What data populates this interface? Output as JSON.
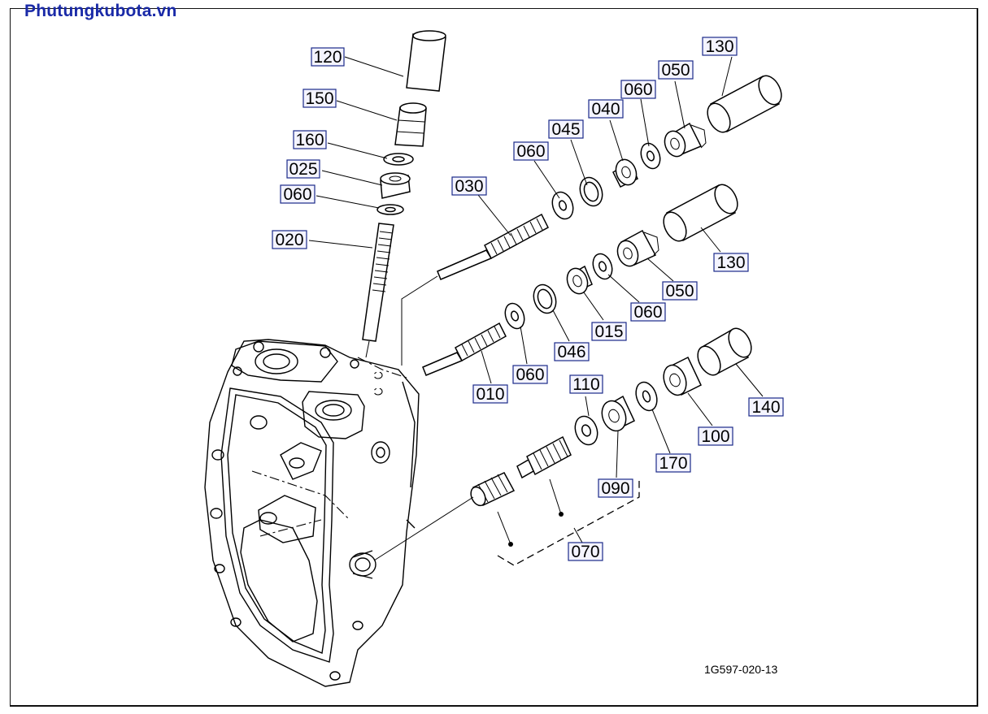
{
  "brand": "Phutungkubota.vn",
  "drawing_code": "1G597-020-13",
  "callouts": [
    {
      "id": "c120a",
      "text": "120"
    },
    {
      "id": "c150",
      "text": "150"
    },
    {
      "id": "c160",
      "text": "160"
    },
    {
      "id": "c025",
      "text": "025"
    },
    {
      "id": "c060a",
      "text": "060"
    },
    {
      "id": "c020",
      "text": "020"
    },
    {
      "id": "c030",
      "text": "030"
    },
    {
      "id": "c060b",
      "text": "060"
    },
    {
      "id": "c045",
      "text": "045"
    },
    {
      "id": "c040",
      "text": "040"
    },
    {
      "id": "c060c",
      "text": "060"
    },
    {
      "id": "c050a",
      "text": "050"
    },
    {
      "id": "c130a",
      "text": "130"
    },
    {
      "id": "c130b",
      "text": "130"
    },
    {
      "id": "c050b",
      "text": "050"
    },
    {
      "id": "c060d",
      "text": "060"
    },
    {
      "id": "c015",
      "text": "015"
    },
    {
      "id": "c046",
      "text": "046"
    },
    {
      "id": "c060e",
      "text": "060"
    },
    {
      "id": "c010",
      "text": "010"
    },
    {
      "id": "c110",
      "text": "110"
    },
    {
      "id": "c140",
      "text": "140"
    },
    {
      "id": "c100",
      "text": "100"
    },
    {
      "id": "c170",
      "text": "170"
    },
    {
      "id": "c090",
      "text": "090"
    },
    {
      "id": "c070",
      "text": "070"
    }
  ]
}
